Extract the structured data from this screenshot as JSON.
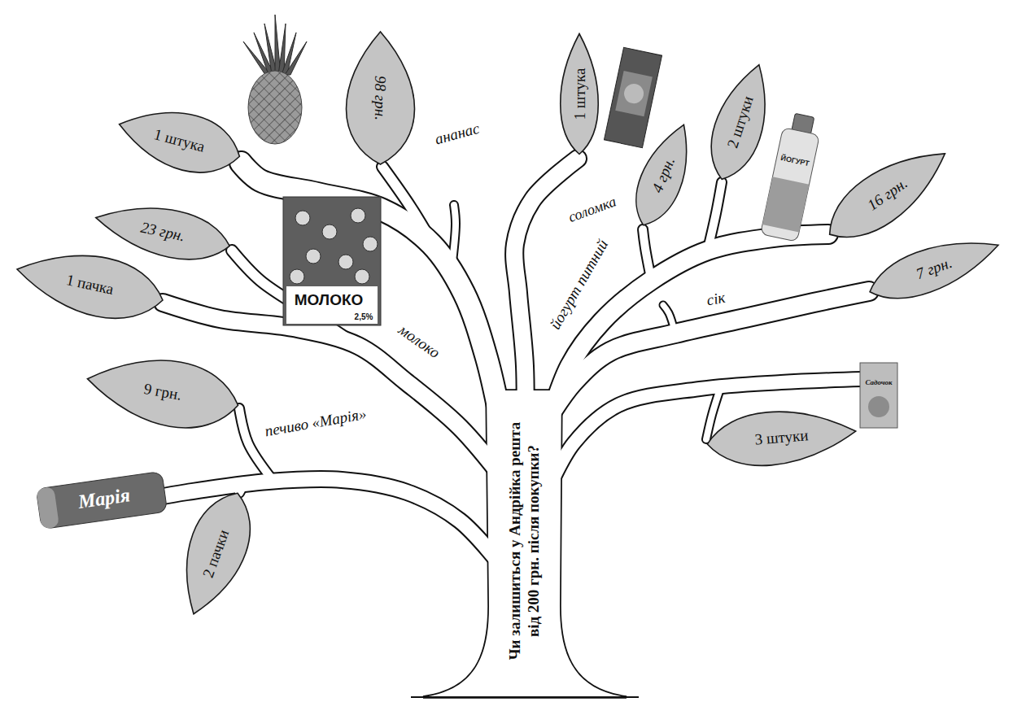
{
  "diagram": {
    "nodes": [
      {
        "text": [
          "98 грн."
        ]
      },
      {
        "text": [
          "1 штука"
        ]
      },
      {
        "text": [
          "2 штуки"
        ]
      },
      {
        "text": [
          "1 штука"
        ]
      },
      {
        "text": [
          "4 грн."
        ]
      },
      {
        "text": [
          "16 грн."
        ]
      },
      {
        "text": [
          "23 грн."
        ]
      },
      {
        "text": [
          "7 грн."
        ]
      },
      {
        "text": [
          "1 пачка"
        ]
      },
      {
        "text": [
          "9 грн."
        ]
      },
      {
        "text": [
          "3 штуки"
        ]
      },
      {
        "text": [
          "2 пачки"
        ]
      }
    ],
    "labels": [
      "ананас",
      "соломка",
      "йогурт питний",
      "молоко",
      "печиво «Марія»",
      "сік",
      "Чи залишиться у Андрійка решта від 200 грн. після покупки?",
      "МОЛОКО",
      "2,5%",
      "Марія",
      "ЙОГУРТ",
      "Садочок"
    ]
  }
}
